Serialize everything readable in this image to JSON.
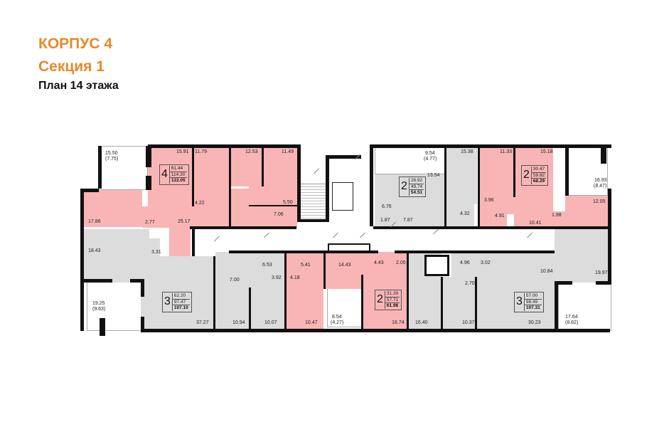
{
  "header": {
    "building": "КОРПУС 4",
    "section": "Секция 1",
    "floor_plan": "План 14 этажа"
  },
  "colors": {
    "title_accent": "#e8892a",
    "apartment_highlight": "#f9b5b6",
    "apartment_gray": "#dcdcdc",
    "wall": "#111111"
  },
  "apartments": [
    {
      "id": "apt-4-room",
      "rooms": "4",
      "living": "61.44",
      "total": "114.30",
      "total_with_balcony": "122.05",
      "color": "pink",
      "room_areas": [
        "15.91",
        "11.79",
        "12.53",
        "11.49",
        "4.22",
        "5.50",
        "7.06",
        "25.17",
        "17.86",
        "2.77"
      ],
      "balcony": {
        "area": "15.50",
        "reduced": "(7.75)"
      }
    },
    {
      "id": "apt-2-room-a",
      "rooms": "2",
      "living": "28.92",
      "total": "49.74",
      "total_with_balcony": "54.51",
      "color": "gray",
      "room_areas": [
        "13.54",
        "15.38",
        "6.76",
        "1.87",
        "7.87",
        "4.32"
      ],
      "balcony": {
        "area": "9.54",
        "reduced": "(4.77)"
      }
    },
    {
      "id": "apt-2-room-b",
      "rooms": "2",
      "living": "30.47",
      "total": "59.82",
      "total_with_balcony": "68.29",
      "color": "pink",
      "room_areas": [
        "11.33",
        "15.18",
        "3.96",
        "4.91",
        "10.41",
        "1.98",
        "12.05"
      ],
      "balcony": {
        "area": "16.93",
        "reduced": "(8.47)"
      }
    },
    {
      "id": "apt-3-room-a",
      "rooms": "3",
      "living": "62.20",
      "total": "97.47",
      "total_with_balcony": "107.10",
      "color": "gray",
      "room_areas": [
        "18.43",
        "3.31",
        "37.27",
        "7.00",
        "6.53",
        "3.92",
        "10.94",
        "10.07"
      ],
      "balcony": {
        "area": "19.25",
        "reduced": "(9.63)"
      }
    },
    {
      "id": "apt-2-room-c",
      "rooms": "2",
      "living": "31.39",
      "total": "57.71",
      "total_with_balcony": "61.98",
      "color": "pink",
      "room_areas": [
        "5.41",
        "4.18",
        "10.47",
        "14.43",
        "4.43",
        "2.05",
        "16.74"
      ],
      "balcony": {
        "area": "8.54",
        "reduced": "(4.27)"
      }
    },
    {
      "id": "apt-3-room-b",
      "rooms": "3",
      "living": "57.00",
      "total": "98.49",
      "total_with_balcony": "107.31",
      "color": "gray",
      "room_areas": [
        "16.40",
        "4.96",
        "3.02",
        "2.70",
        "10.37",
        "10.84",
        "30.23",
        "19.97"
      ],
      "balcony": {
        "area": "17.64",
        "reduced": "(8.82)"
      }
    }
  ],
  "labels": {
    "r1591": "15.91",
    "r1179": "11.79",
    "r1253": "12.53",
    "r1149": "11.49",
    "r422": "4.22",
    "r550": "5.50",
    "r706": "7.06",
    "r2517": "25.17",
    "r1786": "17.86",
    "r277": "2.77",
    "b1550": "15.50",
    "b775": "(7.75)",
    "b954": "9.54",
    "b477": "(4.77)",
    "r1354": "13.54",
    "r1538": "15.38",
    "r676": "6.76",
    "r187": "1.87",
    "r787": "7.87",
    "r432": "4.32",
    "r1133": "11.33",
    "r1518": "15.18",
    "r396": "3.96",
    "r491": "4.91",
    "r1041": "10.41",
    "r198": "1.98",
    "r1205": "12.05",
    "b1693": "16.93",
    "b847": "(8.47)",
    "r1843": "18.43",
    "r331": "3.31",
    "r3727": "37.27",
    "r700": "7.00",
    "r653": "6.53",
    "r392": "3.92",
    "r1094": "10.94",
    "r1007": "10.07",
    "b1925": "19.25",
    "b963": "(9.63)",
    "r541": "5.41",
    "r418": "4.18",
    "r1047": "10.47",
    "r1443": "14.43",
    "r443": "4.43",
    "r205": "2.05",
    "r1674": "16.74",
    "b854": "8.54",
    "b427": "(4.27)",
    "r1640": "16.40",
    "r496": "4.96",
    "r302": "3.02",
    "r270": "2.70",
    "r1037": "10.37",
    "r1084": "10.84",
    "r3023": "30.23",
    "r1997": "19.97",
    "b1764": "17.64",
    "b882": "(8.82)"
  }
}
